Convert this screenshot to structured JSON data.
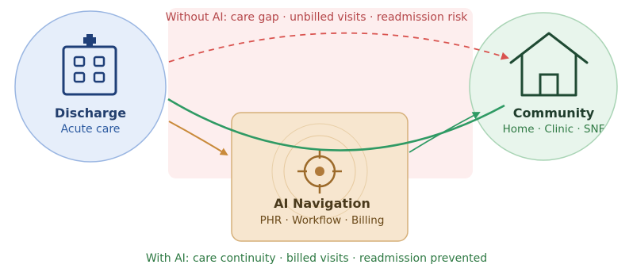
{
  "captions": {
    "without_ai": "Without AI: care gap · unbilled visits · readmission risk",
    "with_ai": "With AI: care continuity · billed visits · readmission prevented"
  },
  "nodes": {
    "discharge": {
      "title": "Discharge",
      "subtitle": "Acute care",
      "icon": "hospital-building-icon"
    },
    "community": {
      "title": "Community",
      "subtitle": "Home · Clinic · SNF",
      "icon": "house-icon"
    },
    "ai_navigation": {
      "title": "AI Navigation",
      "subtitle": "PHR · Workflow · Billing",
      "icon": "crosshair-target-icon"
    }
  },
  "colors": {
    "risk": "#d9534f",
    "risk_zone": "#fdeeee",
    "discharge_fill": "#e6eefa",
    "discharge_stroke": "#9ab6e2",
    "community_fill": "#e8f5ec",
    "community_stroke": "#a9d4b5",
    "ai_fill": "#f7e6cf",
    "ai_stroke": "#d6b07a",
    "continuity_path": "#2f9a64",
    "handoff_arrow": "#c98a3a"
  }
}
